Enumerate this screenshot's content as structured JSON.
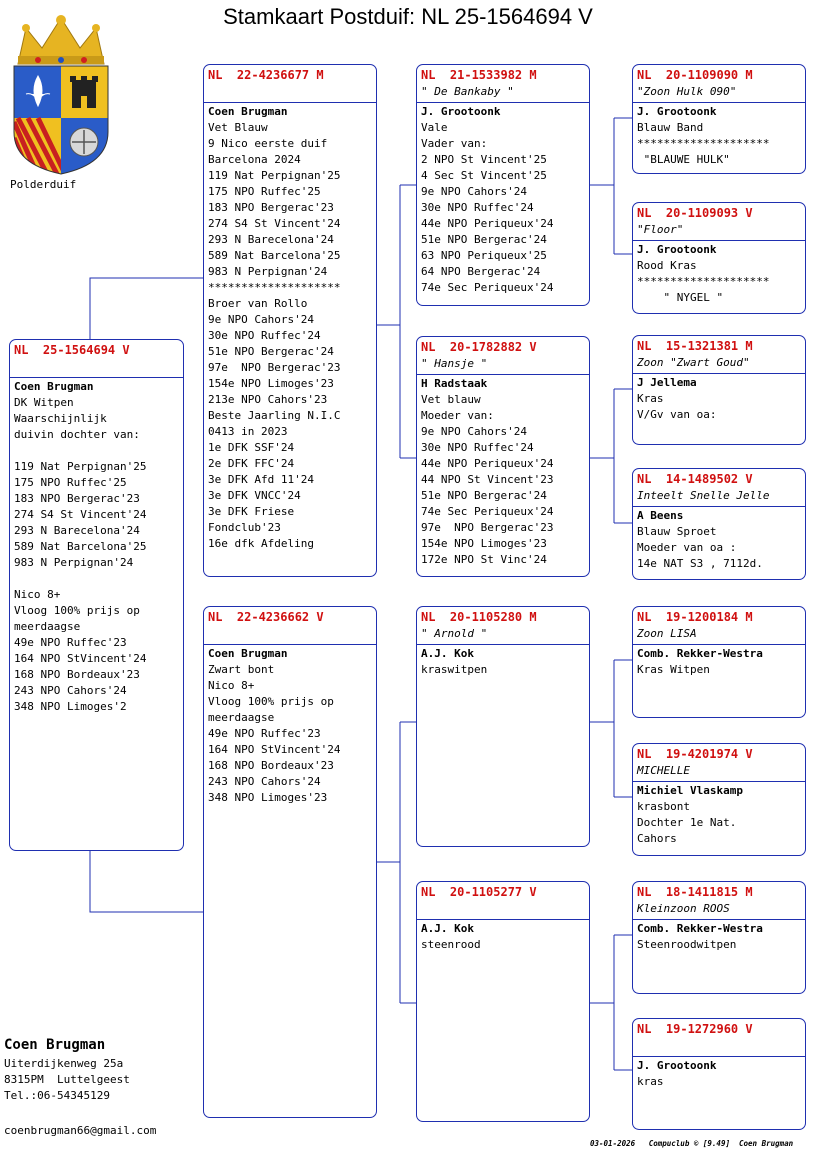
{
  "title": "Stamkaart Postduif: NL  25-1564694 V",
  "club_name": "Polderduif",
  "pigeons": {
    "subject": {
      "ring": "NL  25-1564694 V",
      "name": "",
      "owner": "Coen Brugman",
      "lines": [
        "DK Witpen",
        "Waarschijnlijk",
        "duivin dochter van:",
        "",
        "119 Nat Perpignan'25",
        "175 NPO Ruffec'25",
        "183 NPO Bergerac'23",
        "274 S4 St Vincent'24",
        "293 N Barecelona'24",
        "589 Nat Barcelona'25",
        "983 N Perpignan'24",
        "",
        "Nico 8+",
        "Vloog 100% prijs op",
        "meerdaagse",
        "49e NPO Ruffec'23",
        "164 NPO StVincent'24",
        "168 NPO Bordeaux'23",
        "243 NPO Cahors'24",
        "348 NPO Limoges'2"
      ]
    },
    "father": {
      "ring": "NL  22-4236677 M",
      "name": "",
      "owner": "Coen Brugman",
      "lines": [
        "Vet Blauw",
        "9 Nico eerste duif",
        "Barcelona 2024",
        "119 Nat Perpignan'25",
        "175 NPO Ruffec'25",
        "183 NPO Bergerac'23",
        "274 S4 St Vincent'24",
        "293 N Barecelona'24",
        "589 Nat Barcelona'25",
        "983 N Perpignan'24",
        "********************",
        "Broer van Rollo",
        "9e NPO Cahors'24",
        "30e NPO Ruffec'24",
        "51e NPO Bergerac'24",
        "97e  NPO Bergerac'23",
        "154e NPO Limoges'23",
        "213e NPO Cahors'23",
        "Beste Jaarling N.I.C",
        "0413 in 2023",
        "1e DFK SSF'24",
        "2e DFK FFC'24",
        "3e DFK Afd 11'24",
        "3e DFK VNCC'24",
        "3e DFK Friese",
        "Fondclub'23",
        "16e dfk Afdeling"
      ]
    },
    "mother": {
      "ring": "NL  22-4236662 V",
      "name": "",
      "owner": "Coen Brugman",
      "lines": [
        "Zwart bont",
        "Nico 8+",
        "Vloog 100% prijs op",
        "meerdaagse",
        "49e NPO Ruffec'23",
        "164 NPO StVincent'24",
        "168 NPO Bordeaux'23",
        "243 NPO Cahors'24",
        "348 NPO Limoges'23"
      ]
    },
    "ff": {
      "ring": "NL  21-1533982 M",
      "name": "\" De Bankaby \"",
      "owner": "J. Grootoonk",
      "lines": [
        "Vale",
        "Vader van:",
        "2 NPO St Vincent'25",
        "4 Sec St Vincent'25",
        "9e NPO Cahors'24",
        "30e NPO Ruffec'24",
        "44e NPO Periqueux'24",
        "51e NPO Bergerac'24",
        "63 NPO Periqueux'25",
        "64 NPO Bergerac'24",
        "74e Sec Periqueux'24"
      ]
    },
    "fm": {
      "ring": "NL  20-1782882 V",
      "name": "\" Hansje \"",
      "owner": "H Radstaak",
      "lines": [
        "Vet blauw",
        "Moeder van:",
        "9e NPO Cahors'24",
        "30e NPO Ruffec'24",
        "44e NPO Periqueux'24",
        "44 NPO St Vincent'23",
        "51e NPO Bergerac'24",
        "74e Sec Periqueux'24",
        "97e  NPO Bergerac'23",
        "154e NPO Limoges'23",
        "172e NPO St Vinc'24"
      ]
    },
    "mf": {
      "ring": "NL  20-1105280 M",
      "name": "\" Arnold \"",
      "owner": "A.J. Kok",
      "lines": [
        "kraswitpen"
      ]
    },
    "mm": {
      "ring": "NL  20-1105277 V",
      "name": "",
      "owner": "A.J. Kok",
      "lines": [
        "steenrood"
      ]
    },
    "fff": {
      "ring": "NL  20-1109090 M",
      "name": "\"Zoon Hulk 090\"",
      "owner": "J. Grootoonk",
      "lines": [
        "Blauw Band",
        "********************",
        " \"BLAUWE HULK\""
      ]
    },
    "ffm": {
      "ring": "NL  20-1109093 V",
      "name": "\"Floor\"",
      "owner": "J. Grootoonk",
      "lines": [
        "Rood Kras",
        "********************",
        "    \" NYGEL \""
      ]
    },
    "fmf": {
      "ring": "NL  15-1321381 M",
      "name": "Zoon \"Zwart Goud\"",
      "owner": "J Jellema",
      "lines": [
        "Kras",
        "V/Gv van oa:"
      ]
    },
    "fmm": {
      "ring": "NL  14-1489502 V",
      "name": "Inteelt Snelle Jelle",
      "owner": "A Beens",
      "lines": [
        "Blauw Sproet",
        "Moeder van oa :",
        "14e NAT S3 , 7112d."
      ]
    },
    "mff": {
      "ring": "NL  19-1200184 M",
      "name": "Zoon LISA",
      "owner": "Comb. Rekker-Westra",
      "lines": [
        "Kras Witpen"
      ]
    },
    "mfm": {
      "ring": "NL  19-4201974 V",
      "name": "MICHELLE",
      "owner": "Michiel Vlaskamp",
      "lines": [
        "krasbont",
        "Dochter 1e Nat.",
        "Cahors"
      ]
    },
    "mmf": {
      "ring": "NL  18-1411815 M",
      "name": "Kleinzoon ROOS",
      "owner": "Comb. Rekker-Westra",
      "lines": [
        "Steenroodwitpen"
      ]
    },
    "mmm": {
      "ring": "NL  19-1272960 V",
      "name": "",
      "owner": "J. Grootoonk",
      "lines": [
        "kras"
      ]
    }
  },
  "breeder": {
    "name": "Coen Brugman",
    "address": [
      "Uiterdijkenweg 25a",
      "8315PM  Luttelgeest",
      "Tel.:06-54345129"
    ],
    "email": "coenbrugman66@gmail.com"
  },
  "footer": "03-01-2026   Compuclub © [9.49]  Coen Brugman",
  "colors": {
    "border": "#1f2fb0",
    "ring": "#d01010"
  }
}
